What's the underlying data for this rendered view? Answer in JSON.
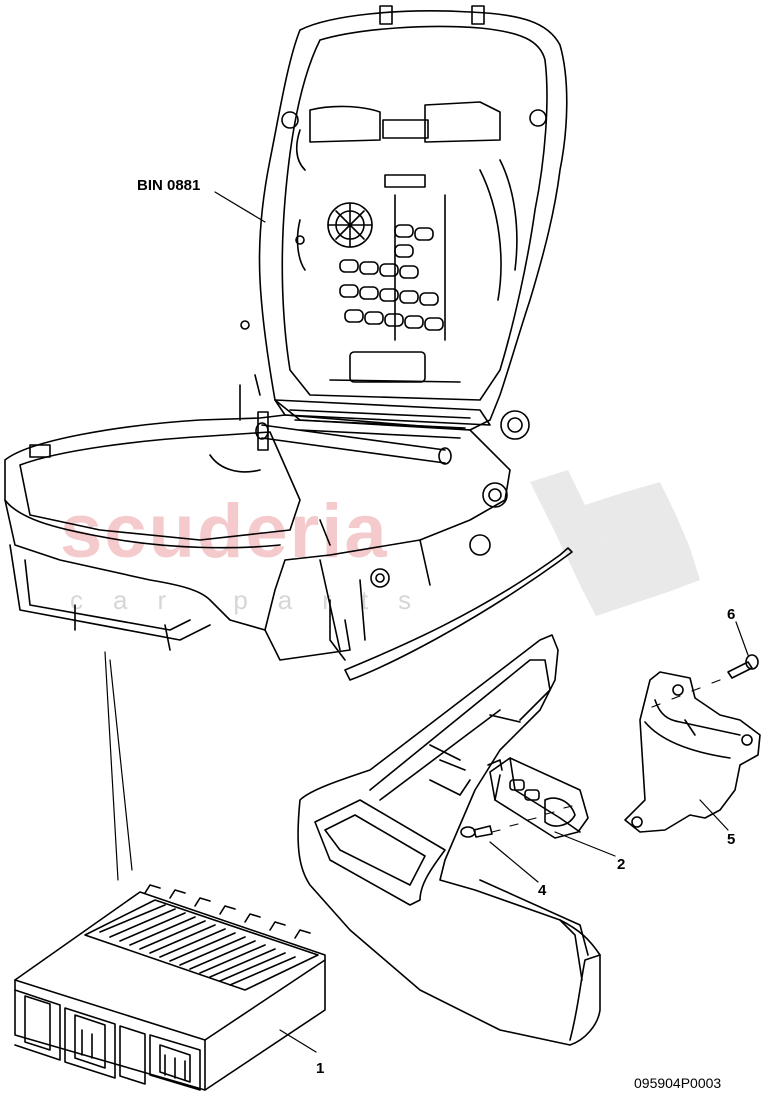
{
  "labels": {
    "seat_frame": "BIN 0881",
    "part_1": "1",
    "part_2": "2",
    "part_4": "4",
    "part_5": "5",
    "part_6": "6"
  },
  "doc_code": "095904P0003",
  "watermark": {
    "brand": "scuderia",
    "subtitle": "car parts",
    "color": "#f2b9bc"
  }
}
